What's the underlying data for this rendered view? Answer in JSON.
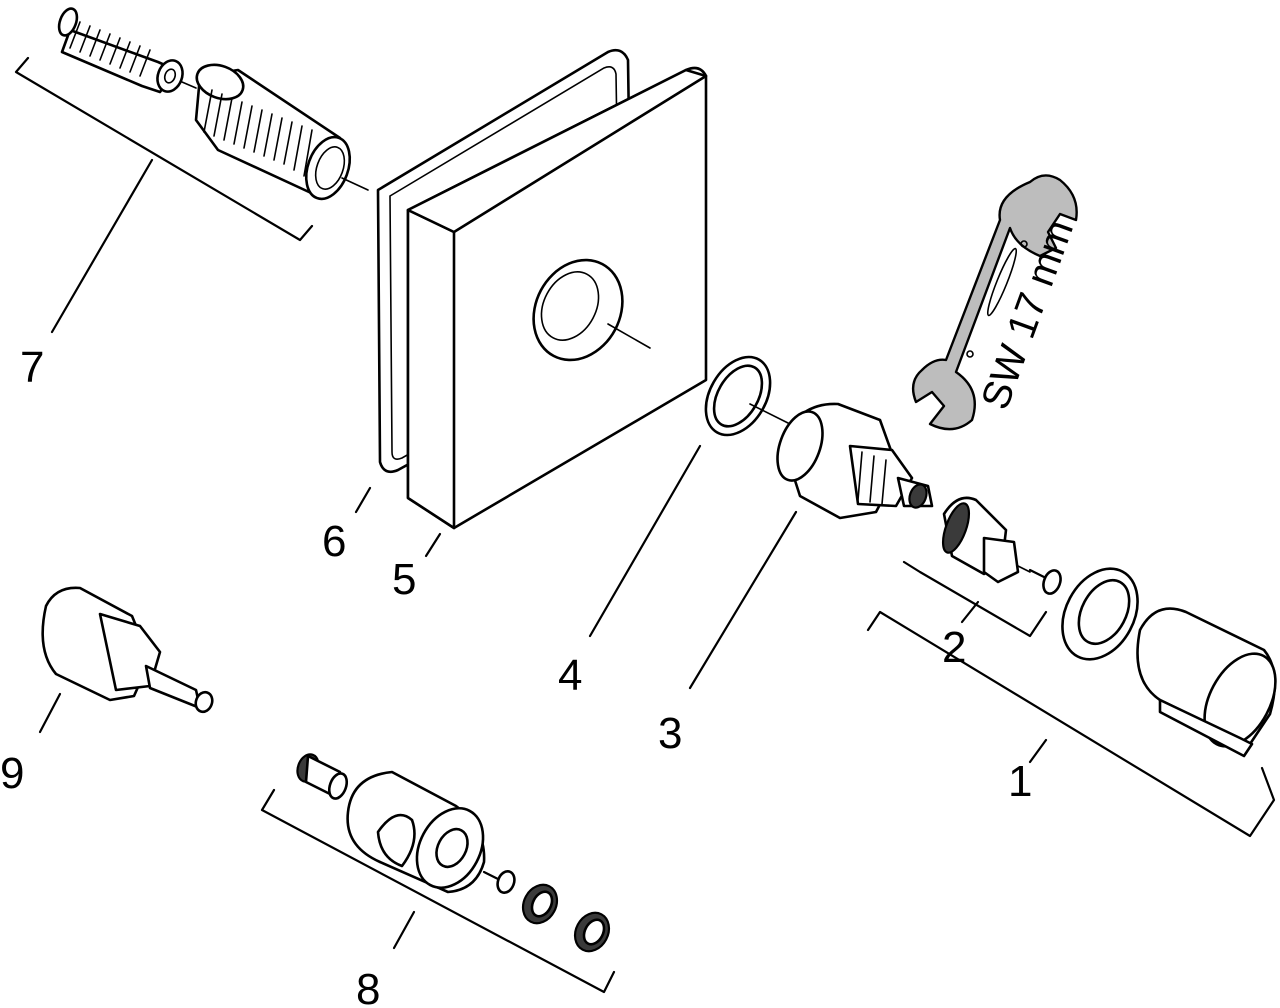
{
  "callouts": {
    "c1": "1",
    "c2": "2",
    "c3": "3",
    "c4": "4",
    "c5": "5",
    "c6": "6",
    "c7": "7",
    "c8": "8",
    "c9": "9"
  },
  "wrench_label": "SW 17 mm",
  "colors": {
    "line": "#000000",
    "background": "#ffffff",
    "wrench_fill": "#bdbdbd"
  }
}
